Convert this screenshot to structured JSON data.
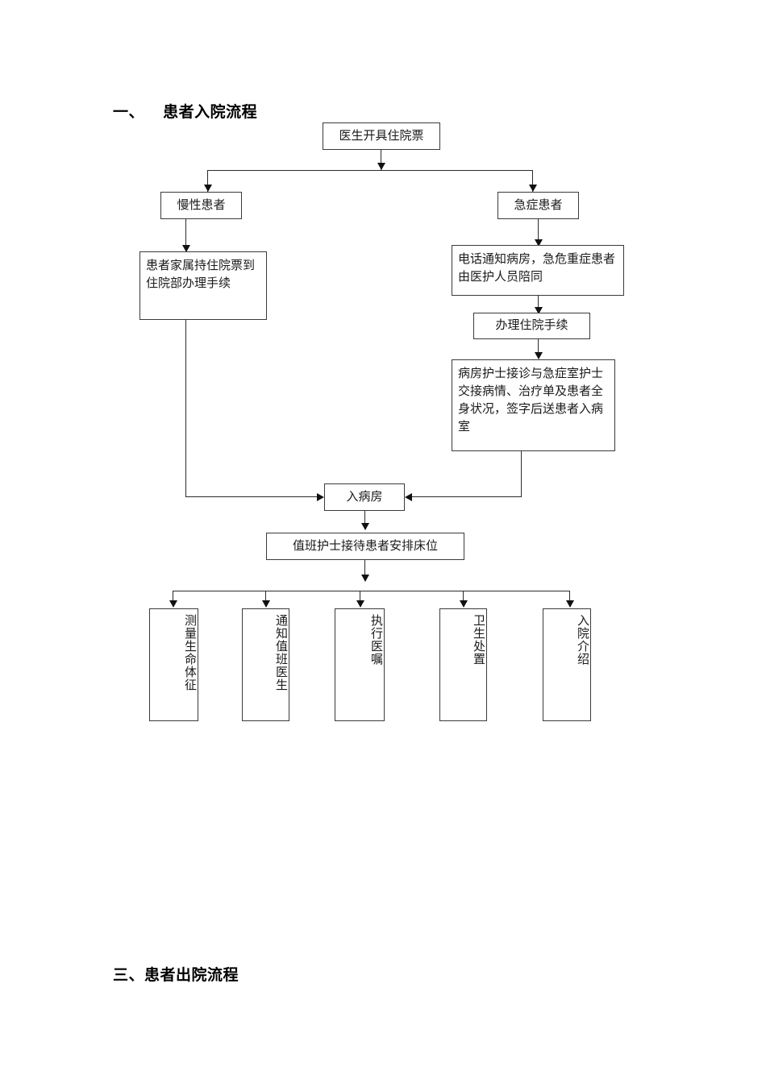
{
  "document": {
    "section_one_heading": "一、    患者入院流程",
    "section_three_heading": "三、患者出院流程"
  },
  "flowchart": {
    "start": {
      "label": "医生开具住院票"
    },
    "branch_left": {
      "label": "慢性患者"
    },
    "branch_right": {
      "label": "急症患者"
    },
    "left_step": {
      "label": "患者家属持住院票到住院部办理手续"
    },
    "right_step_1": {
      "label": "电话通知病房，急危重症患者由医护人员陪同"
    },
    "right_step_2": {
      "label": "办理住院手续"
    },
    "right_step_3": {
      "label": "病房护士接诊与急症室护士交接病情、治疗单及患者全身状况，签字后送患者入病室"
    },
    "merge": {
      "label": "入病房"
    },
    "assign": {
      "label": "值班护士接待患者安排床位"
    },
    "tasks": [
      {
        "label": "测量生命体征"
      },
      {
        "label": "通知值班医生"
      },
      {
        "label": "执行医嘱"
      },
      {
        "label": "卫生处置"
      },
      {
        "label": "入院介绍"
      }
    ]
  },
  "style": {
    "line_color": "#2b2b2b",
    "box_border_color": "#3a3a3a",
    "text_color": "#1a1a1a",
    "page_background": "#ffffff"
  }
}
